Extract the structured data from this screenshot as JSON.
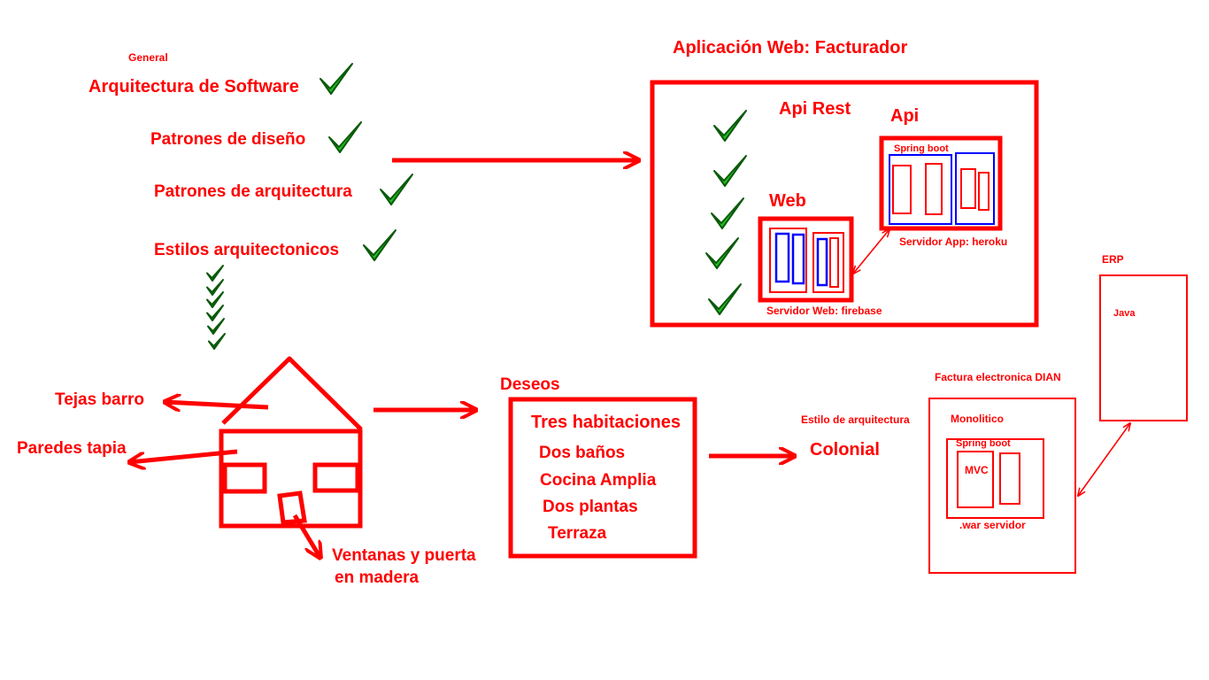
{
  "colors": {
    "ink": "#ff0000",
    "inner": "#0000ff",
    "check": "#22bb22",
    "checkEdge": "#0a5a0a"
  },
  "left_list": {
    "heading": "General",
    "items": [
      "Arquitectura de Software",
      "Patrones de diseño",
      "Patrones de arquitectura",
      "Estilos arquitectonicos"
    ],
    "checkmark_icon": "green-checkmark-icon"
  },
  "webapp": {
    "title": "Aplicación Web: Facturador",
    "api_rest_label": "Api Rest",
    "api_label": "Api",
    "spring_boot_label": "Spring boot",
    "server_app_label": "Servidor App: heroku",
    "web_label": "Web",
    "server_web_label": "Servidor Web: firebase"
  },
  "house": {
    "roof_label": "Tejas barro",
    "walls_label": "Paredes tapia",
    "windows_label_line1": "Ventanas y puerta",
    "windows_label_line2": "en madera"
  },
  "wishes": {
    "title": "Deseos",
    "items": [
      "Tres habitaciones",
      "Dos baños",
      "Cocina Amplia",
      "Dos plantas",
      "Terraza"
    ]
  },
  "style": {
    "label": "Estilo de arquitectura",
    "value": "Colonial"
  },
  "dian": {
    "title": "Factura electronica DIAN",
    "monolith_label": "Monolitico",
    "spring_boot_label": "Spring boot",
    "mvc_label": "MVC",
    "war_label": ".war servidor"
  },
  "erp": {
    "label": "ERP",
    "tech_label": "Java"
  }
}
